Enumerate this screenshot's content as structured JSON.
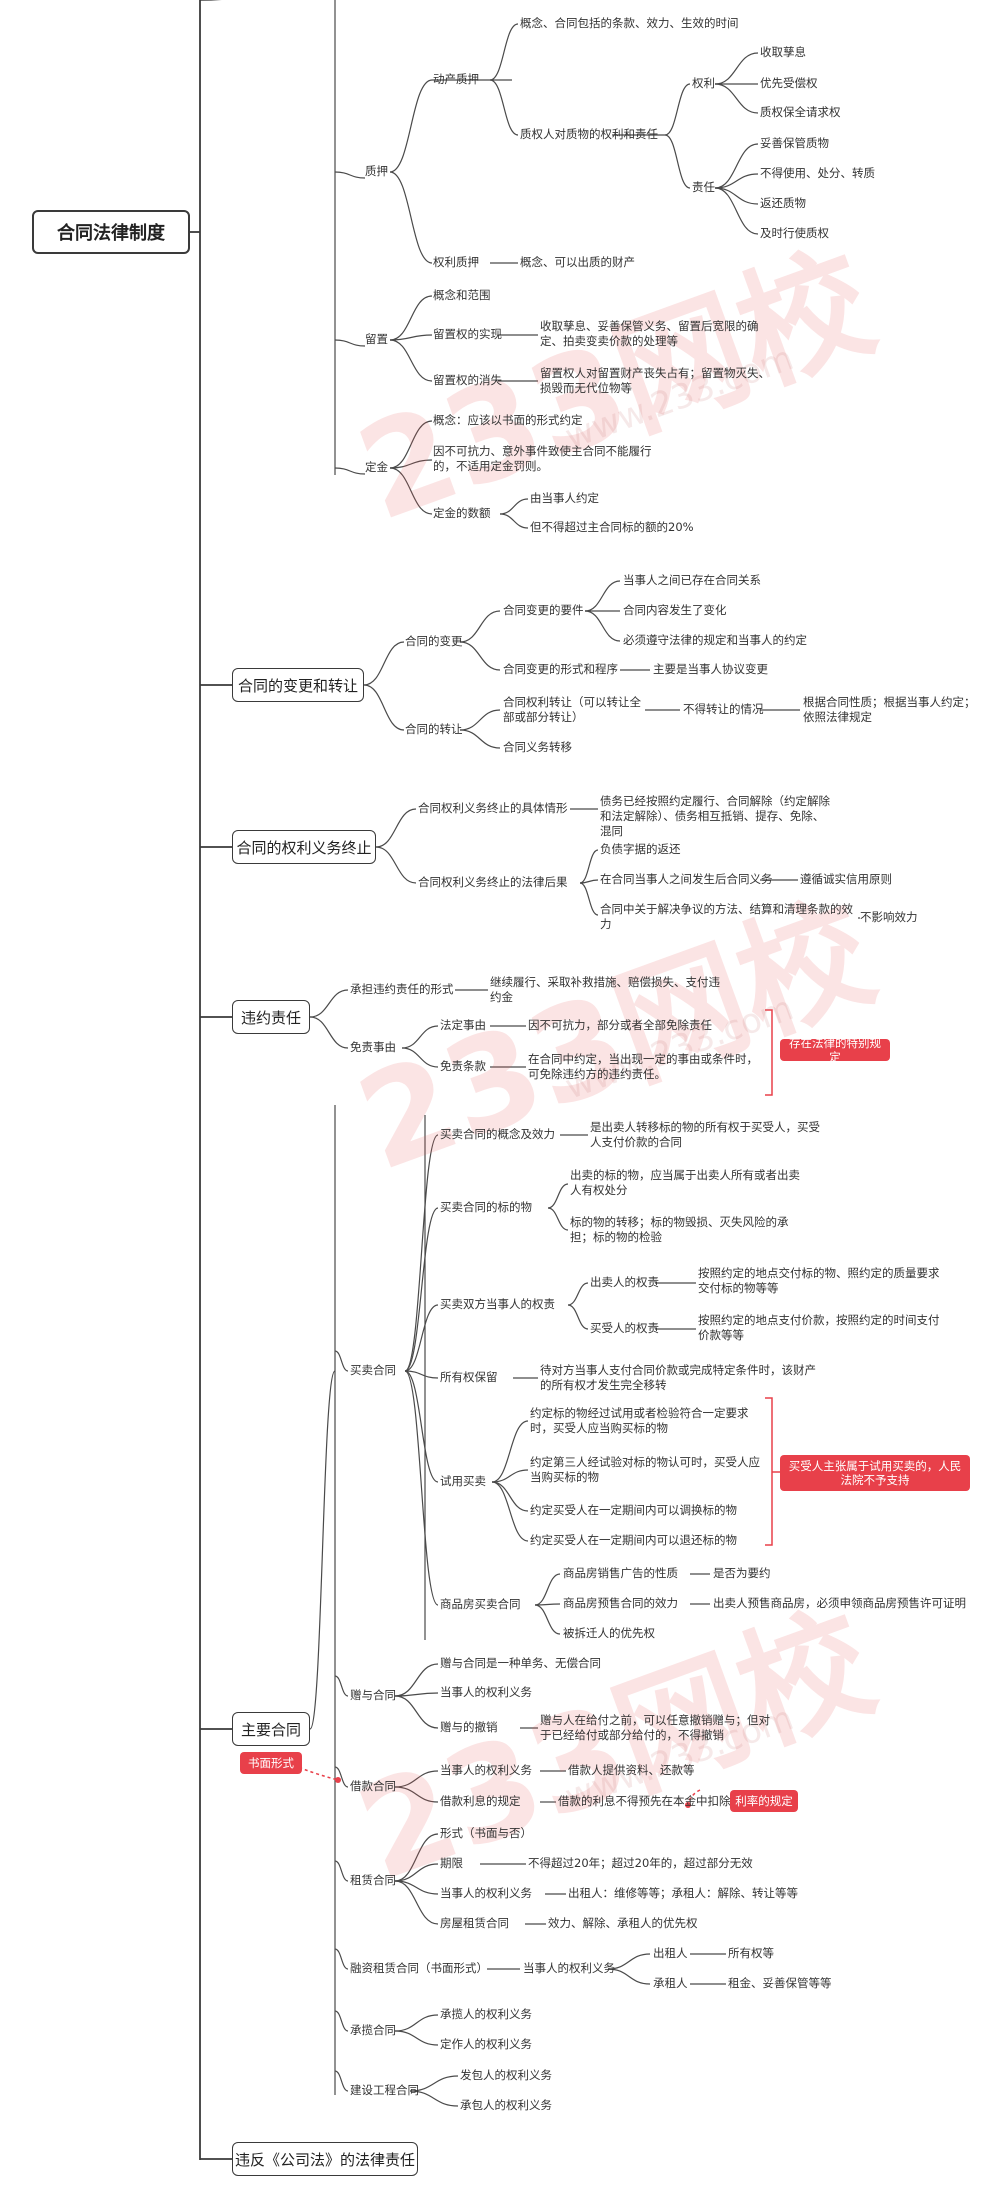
{
  "colors": {
    "line": "#4a4a4a",
    "red": "#e8404a",
    "text": "#333333"
  },
  "watermark": {
    "main": "233网校",
    "url": "www.233.com"
  },
  "root": "合同法律制度",
  "sec1": {
    "zhiya": "质押",
    "dongchan": "动产质押",
    "dc_concept": "概念、合同包括的条款、效力、生效的时间",
    "rights_duties": "质权人对质物的权利和责任",
    "quanli": "权利",
    "q1": "收取孳息",
    "q2": "优先受偿权",
    "q3": "质权保全请求权",
    "zeren": "责任",
    "z1": "妥善保管质物",
    "z2": "不得使用、处分、转质",
    "z3": "返还质物",
    "z4": "及时行使质权",
    "quanlizhiya": "权利质押",
    "qlzy_concept": "概念、可以出质的财产",
    "liuzhi": "留置",
    "lz1": "概念和范围",
    "lz2": "留置权的实现",
    "lz2d": "收取孳息、妥善保管义务、留置后宽限的确定、拍卖变卖价款的处理等",
    "lz3": "留置权的消失",
    "lz3d": "留置权人对留置财产丧失占有；留置物灭失、损毁而无代位物等",
    "dingjin": "定金",
    "dj1": "概念：应该以书面的形式约定",
    "dj2": "因不可抗力、意外事件致使主合同不能履行的，不适用定金罚则。",
    "dj3": "定金的数额",
    "dj3a": "由当事人约定",
    "dj3b": "但不得超过主合同标的额的20%"
  },
  "sec2": {
    "title": "合同的变更和转让",
    "change": "合同的变更",
    "req": "合同变更的要件",
    "r1": "当事人之间已存在合同关系",
    "r2": "合同内容发生了变化",
    "r3": "必须遵守法律的规定和当事人的约定",
    "form": "合同变更的形式和程序",
    "formd": "主要是当事人协议变更",
    "transfer": "合同的转让",
    "t1": "合同权利转让（可以转让全部或部分转让）",
    "t1a": "不得转让的情况",
    "t1b": "根据合同性质；根据当事人约定；依照法律规定",
    "t2": "合同义务转移"
  },
  "sec3": {
    "title": "合同的权利义务终止",
    "a": "合同权利义务终止的具体情形",
    "ad": "债务已经按照约定履行、合同解除（约定解除和法定解除）、债务相互抵销、提存、免除、混同",
    "b": "合同权利义务终止的法律后果",
    "b1": "负债字据的返还",
    "b2": "在合同当事人之间发生后合同义务",
    "b2d": "遵循诚实信用原则",
    "b3": "合同中关于解决争议的方法、结算和清理条款的效力",
    "b3d": "不影响效力"
  },
  "sec4": {
    "title": "违约责任",
    "a": "承担违约责任的形式",
    "ad": "继续履行、采取补救措施、赔偿损失、支付违约金",
    "b": "免责事由",
    "b1": "法定事由",
    "b1d": "因不可抗力，部分或者全部免除责任",
    "b2": "免责条款",
    "b2d": "在合同中约定，当出现一定的事由或条件时，可免除违约方的违约责任。",
    "tag": "存在法律的特别规定"
  },
  "sec5": {
    "title": "主要合同",
    "tag_written": "书面形式",
    "maimai": "买卖合同",
    "m1": "买卖合同的概念及效力",
    "m1d": "是出卖人转移标的物的所有权于买受人，买受人支付价款的合同",
    "m2": "买卖合同的标的物",
    "m2a": "出卖的标的物，应当属于出卖人所有或者出卖人有权处分",
    "m2b": "标的物的转移；标的物毁损、灭失风险的承担；标的物的检验",
    "m3": "买卖双方当事人的权责",
    "m3a": "出卖人的权责",
    "m3ad": "按照约定的地点交付标的物、照约定的质量要求交付标的物等等",
    "m3b": "买受人的权责",
    "m3bd": "按照约定的地点支付价款，按照约定的时间支付价款等等",
    "m4": "所有权保留",
    "m4d": "待对方当事人支付合同价款或完成特定条件时，该财产的所有权才发生完全移转",
    "m5": "试用买卖",
    "m5a": "约定标的物经过试用或者检验符合一定要求时，买受人应当购买标的物",
    "m5b": "约定第三人经试验对标的物认可时，买受人应当购买标的物",
    "m5c": "约定买受人在一定期间内可以调换标的物",
    "m5d": "约定买受人在一定期间内可以退还标的物",
    "m5tag": "买受人主张属于试用买卖的，人民法院不予支持",
    "m6": "商品房买卖合同",
    "m6a": "商品房销售广告的性质",
    "m6ad": "是否为要约",
    "m6b": "商品房预售合同的效力",
    "m6bd": "出卖人预售商品房，必须申领商品房预售许可证明",
    "m6c": "被拆迁人的优先权",
    "zengyu": "赠与合同",
    "zy1": "赠与合同是一种单务、无偿合同",
    "zy2": "当事人的权利义务",
    "zy3": "赠与的撤销",
    "zy3d": "赠与人在给付之前，可以任意撤销赠与；但对于已经给付或部分给付的，不得撤销",
    "jiekuan": "借款合同",
    "jk1": "当事人的权利义务",
    "jk1d": "借款人提供资料、还款等",
    "jk2": "借款利息的规定",
    "jk2d": "借款的利息不得预先在本金中扣除",
    "jktag": "利率的规定",
    "zulin": "租赁合同",
    "zl1": "形式（书面与否）",
    "zl2": "期限",
    "zl2d": "不得超过20年；超过20年的，超过部分无效",
    "zl3": "当事人的权利义务",
    "zl3d": "出租人：维修等等；承租人：解除、转让等等",
    "zl4": "房屋租赁合同",
    "zl4d": "效力、解除、承租人的优先权",
    "rongzi": "融资租赁合同（书面形式）",
    "rz1": "当事人的权利义务",
    "rz1a": "出租人",
    "rz1ad": "所有权等",
    "rz1b": "承租人",
    "rz1bd": "租金、妥善保管等等",
    "chenglan": "承揽合同",
    "cl1": "承揽人的权利义务",
    "cl2": "定作人的权利义务",
    "jianshe": "建设工程合同",
    "js1": "发包人的权利义务",
    "js2": "承包人的权利义务"
  },
  "sec6": {
    "title": "违反《公司法》的法律责任"
  }
}
